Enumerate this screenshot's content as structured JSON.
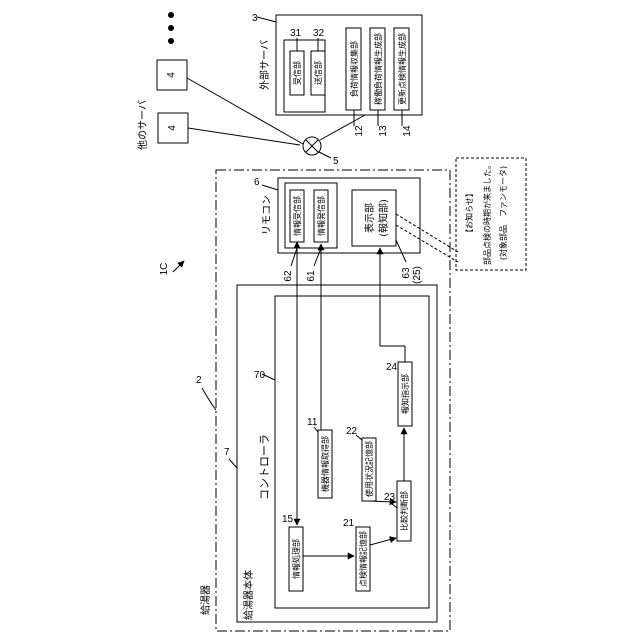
{
  "blocks": {
    "ext_server": "外部サーバ",
    "ext_server_num": "3",
    "receiver": "受信部",
    "receiver_num": "31",
    "transmitter": "送信部",
    "transmitter_num": "32",
    "load_collect": "負荷情報収集部",
    "load_collect_num": "12",
    "hours_gen": "稼働負荷情報生成部",
    "hours_gen_num": "13",
    "replace_gen": "更新点検情報生成部",
    "replace_gen_num": "14",
    "other_server": "他のサーバ",
    "node_a": "4",
    "node_b": "4",
    "junction_num": "5",
    "remote": "リモコン",
    "remote_num": "6",
    "info_receive": "情報受信部",
    "info_receive_num": "62",
    "info_send": "情報発信部",
    "info_send_num": "61",
    "display_l1": "表示部",
    "display_l2": "(報知部)",
    "display_num_a": "63",
    "display_num_b": "(25)",
    "system_num": "1C",
    "heater_num": "2",
    "heater": "給湯器",
    "body_num": "7",
    "body": "給湯器本体",
    "controller": "コントローラ",
    "controller_num": "70",
    "info_process": "情報処理部",
    "info_process_num": "15",
    "device_info": "機器情報取得部",
    "device_info_num": "11",
    "usage_store": "使用状況記憶部",
    "usage_store_num": "22",
    "inspect_store": "点検情報記憶部",
    "inspect_store_num": "21",
    "compare": "比較判断部",
    "compare_num": "23",
    "notify": "報知指示部",
    "notify_num": "24",
    "note_l1": "【お知らせ】",
    "note_l2": "部品点検の時期が来ました。",
    "note_l3": "(対象部品　ファンモータ)"
  }
}
